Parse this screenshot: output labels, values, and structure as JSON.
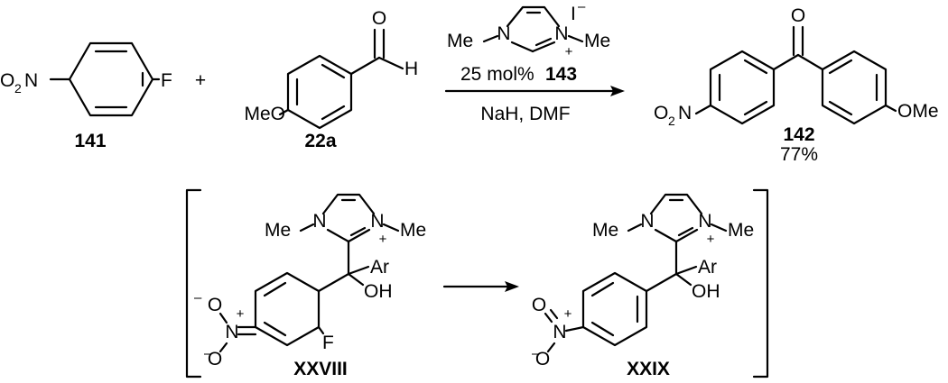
{
  "reaction": {
    "reactant1": {
      "label": "141",
      "substituent_left_O": "O",
      "substituent_left_sub": "2",
      "substituent_left_N": "N",
      "substituent_right": "F"
    },
    "plus": "+",
    "reactant2": {
      "label": "22a",
      "ome": "MeO",
      "aldehyde_O": "O",
      "aldehyde_H": "H"
    },
    "reagents": {
      "salt_me_left": "Me",
      "salt_n1": "N",
      "salt_n3": "N",
      "salt_plus": "+",
      "salt_me_right": "Me",
      "counterion": "I",
      "counterion_charge": "–",
      "catalyst_loading": "25 mol%",
      "catalyst_label": "143",
      "conditions": "NaH, DMF"
    },
    "product": {
      "label": "142",
      "yield": "77%",
      "ketone_O": "O",
      "nitro_O": "O",
      "nitro_sub": "2",
      "nitro_N": "N",
      "ome": "OMe"
    }
  },
  "intermediates": {
    "left": {
      "label": "XXVIII",
      "me_left": "Me",
      "n1": "N",
      "n3": "N",
      "plus": "+",
      "me_right": "Me",
      "ar": "Ar",
      "oh": "OH",
      "f": "F",
      "nitro_o_top": "O",
      "nitro_o_top_charge": "–",
      "nitro_n": "N",
      "nitro_n_charge": "+",
      "nitro_o_bottom": "O",
      "nitro_o_bottom_charge": "–"
    },
    "right": {
      "label": "XXIX",
      "me_left": "Me",
      "n1": "N",
      "n3": "N",
      "plus": "+",
      "me_right": "Me",
      "ar": "Ar",
      "oh": "OH",
      "nitro_o_top": "O",
      "nitro_n": "N",
      "nitro_n_charge": "+",
      "nitro_o_bottom": "O",
      "nitro_o_bottom_charge": "–"
    }
  }
}
